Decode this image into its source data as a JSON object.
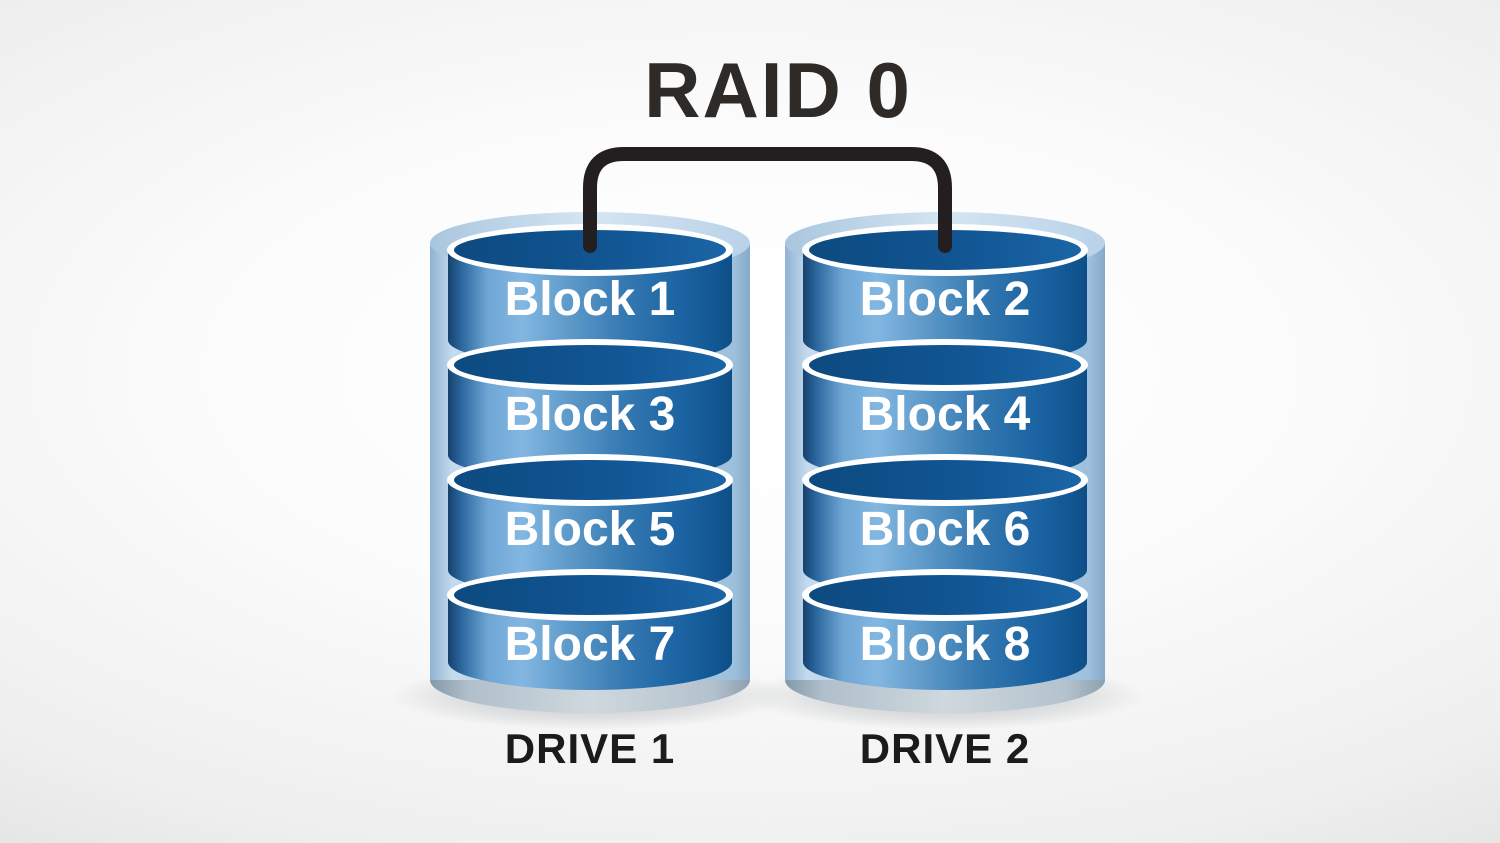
{
  "title": "RAID 0",
  "drives": [
    {
      "name": "DRIVE 1",
      "blocks": [
        "Block 1",
        "Block 3",
        "Block 5",
        "Block 7"
      ]
    },
    {
      "name": "DRIVE 2",
      "blocks": [
        "Block 2",
        "Block 4",
        "Block 6",
        "Block 8"
      ]
    }
  ],
  "icons": {
    "drive_cylinder": "database-cylinder-icon",
    "connector": "raid-connector-line"
  },
  "colors": {
    "block_blue_dark": "#0e4e86",
    "block_blue_highlight": "#83b7e2",
    "block_top_face": "#0d4a80",
    "drive_casing_blue": "#b5d1e9",
    "drive_base_gray": "#b0bfcb",
    "ring_white": "#ffffff",
    "connector_black": "#231f20",
    "title_text": "#2d2a28",
    "drive_label_text": "#1d1b1a",
    "block_label_text": "#ffffff",
    "background_center": "#ffffff",
    "background_edge": "#d6d6d6"
  }
}
